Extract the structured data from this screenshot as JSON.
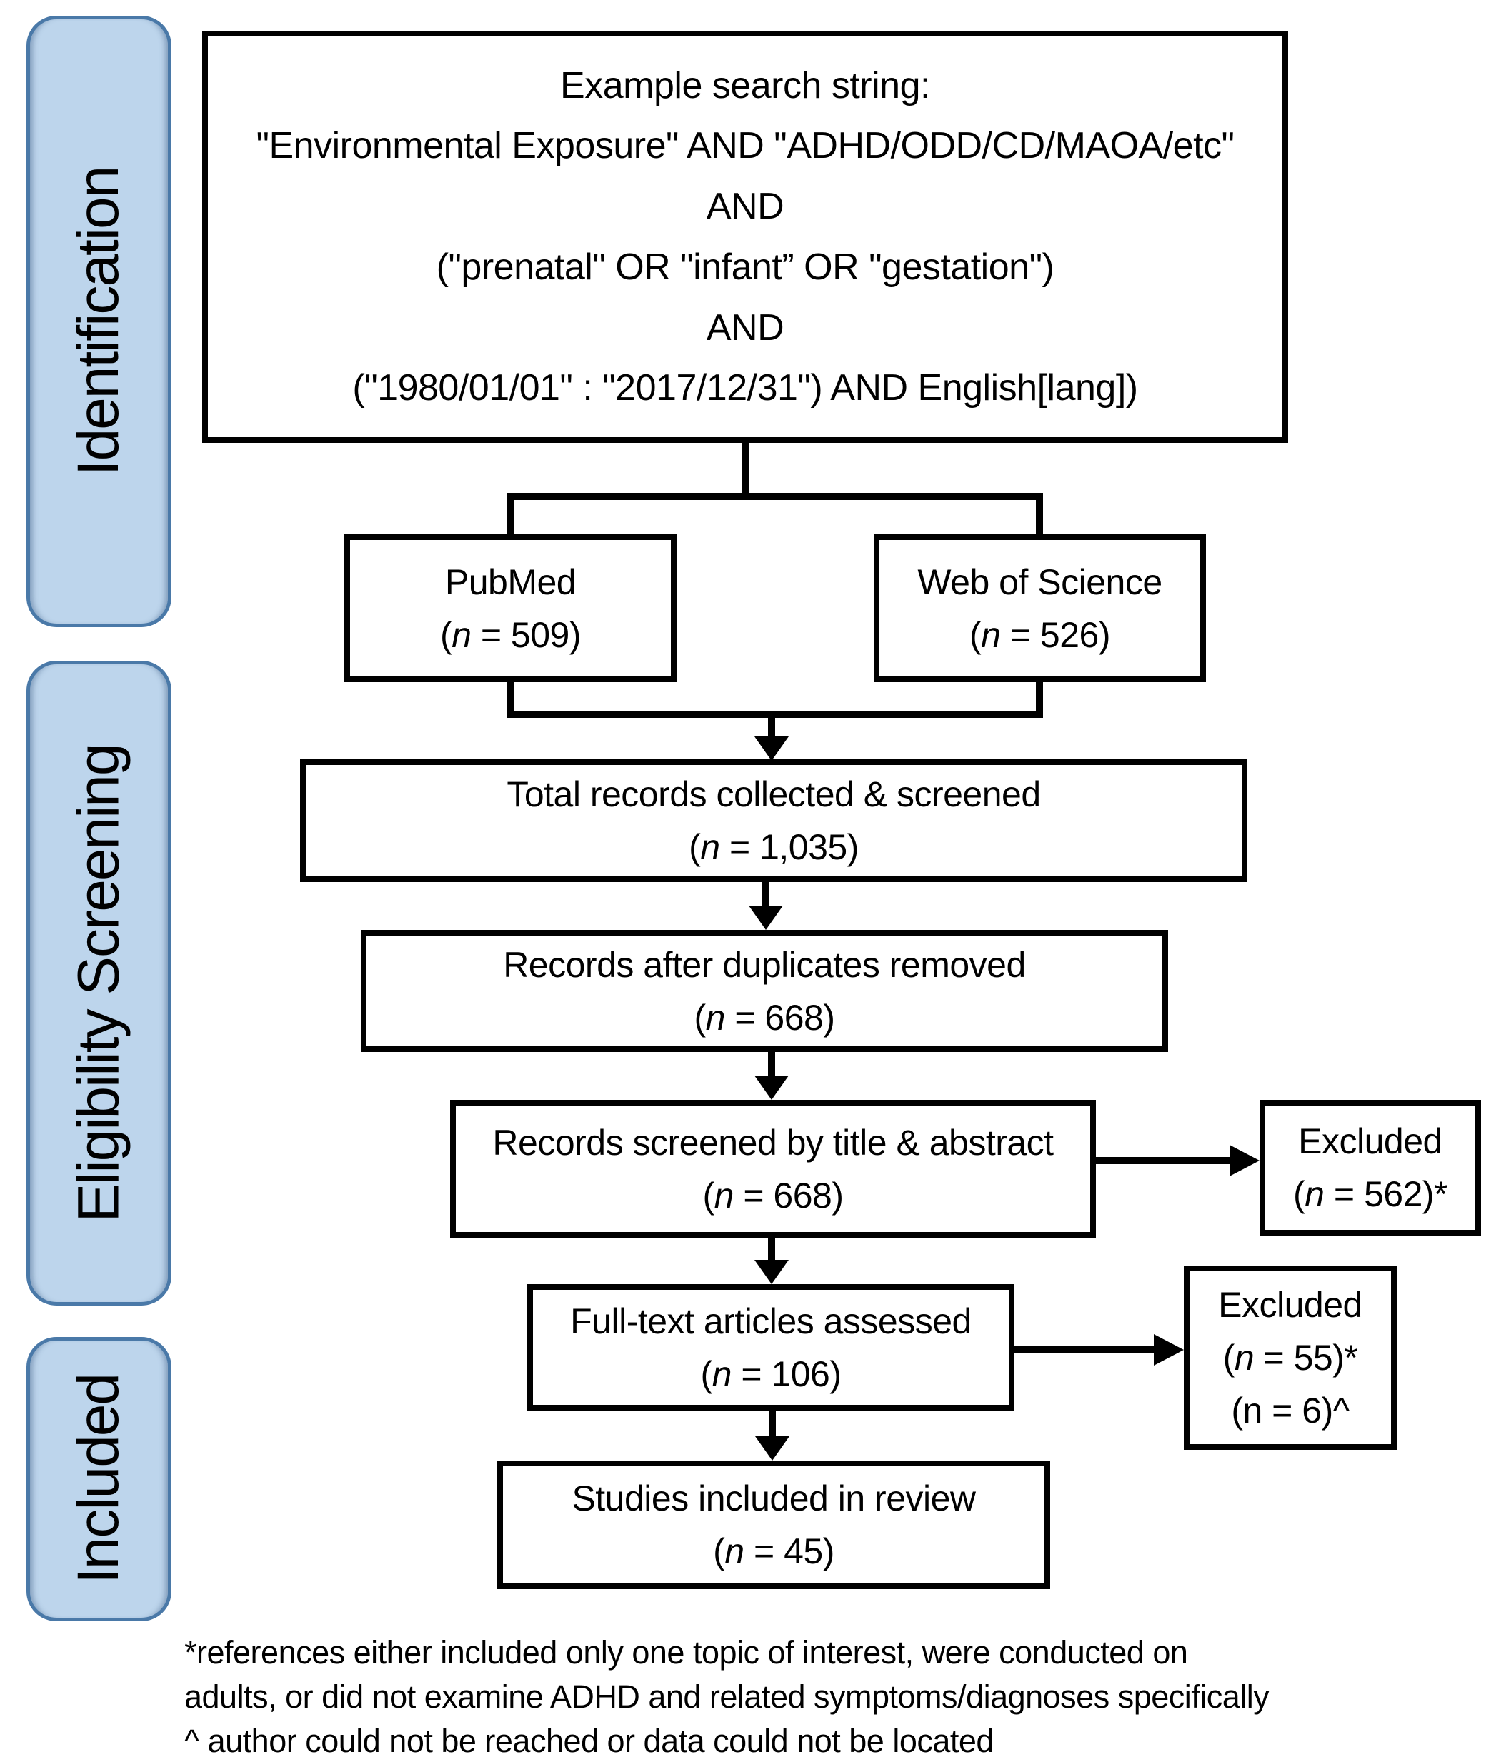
{
  "colors": {
    "background": "#FFFFFF",
    "box_border": "#000000",
    "sidebar_fill": "#BDD5EC",
    "sidebar_border": "#4A79A8",
    "text": "#000000"
  },
  "sidebar": {
    "labels": [
      {
        "id": "identification",
        "label": "Identification"
      },
      {
        "id": "eligibility-screening",
        "label": "Eligibility Screening"
      },
      {
        "id": "included",
        "label": "Included"
      }
    ]
  },
  "search_box": {
    "lines": [
      "Example search string:",
      "\"Environmental Exposure\" AND \"ADHD/ODD/CD/MAOA/etc\"",
      "AND",
      "(\"prenatal\" OR \"infant” OR \"gestation\")",
      "AND",
      "(\"1980/01/01\" : \"2017/12/31\") AND English[lang])"
    ]
  },
  "boxes": {
    "pubmed": {
      "title": "PubMed",
      "count": [
        "(",
        "n",
        " = 509)"
      ]
    },
    "web_of_science": {
      "title": "Web of Science",
      "count": [
        "(",
        "n",
        " = 526)"
      ]
    },
    "total_records": {
      "title": "Total records collected & screened",
      "count": [
        "(",
        "n",
        " = 1,035)"
      ]
    },
    "duplicates_removed": {
      "title": "Records after duplicates removed",
      "count": [
        "(",
        "n",
        " = 668)"
      ]
    },
    "title_abstract_screen": {
      "title": "Records screened by title & abstract",
      "count": [
        "(",
        "n",
        " = 668)"
      ]
    },
    "excluded_screen": {
      "title": "Excluded",
      "count": [
        "(",
        "n",
        " = 562)*"
      ]
    },
    "full_text": {
      "title": "Full-text articles assessed",
      "count": [
        "(",
        "n",
        " = 106)"
      ]
    },
    "excluded_full_text": {
      "title": "Excluded",
      "count": [
        "(",
        "n",
        " = 55)*"
      ],
      "count2": [
        "(",
        "n",
        " = 6)^"
      ]
    },
    "included_review": {
      "title": "Studies included in review",
      "count": [
        "(",
        "n",
        " = 45)"
      ]
    }
  },
  "footnotes": {
    "lines": [
      "*references either included only one topic of interest, were conducted on",
      "adults, or did not examine ADHD and related symptoms/diagnoses specifically",
      "^ author could not be reached or data could not be located"
    ]
  }
}
